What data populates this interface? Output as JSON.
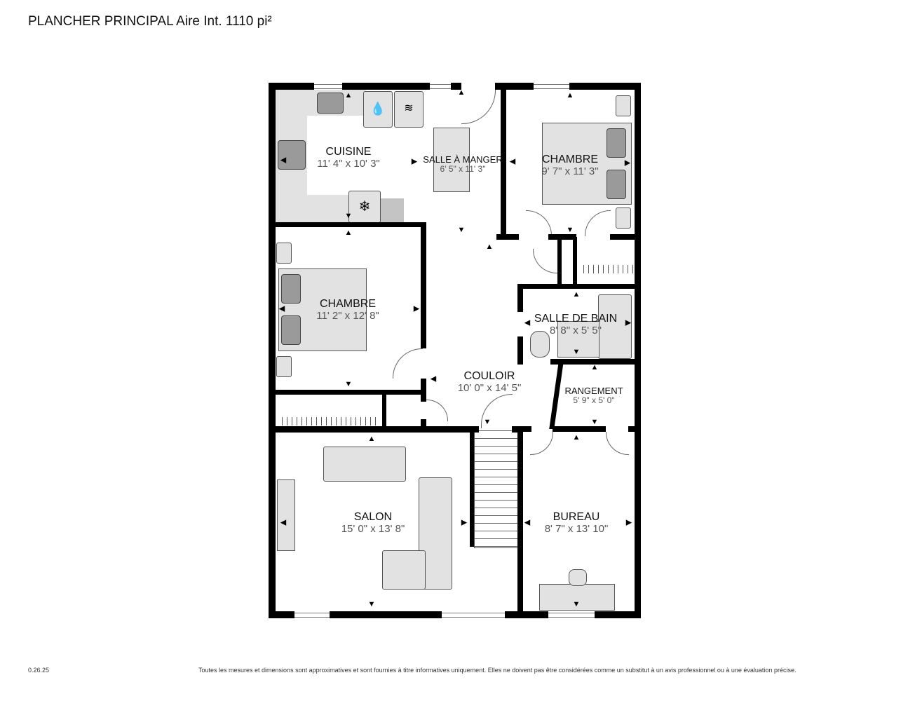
{
  "header": {
    "title": "PLANCHER PRINCIPAL Aire Int. 1110 pi²"
  },
  "rooms": [
    {
      "name": "CUISINE",
      "dims": "11' 4\" x 10' 3\""
    },
    {
      "name": "SALLE À MANGER",
      "dims": "6' 5\" x 11' 3\""
    },
    {
      "name": "CHAMBRE",
      "dims": "9' 7\" x 11' 3\""
    },
    {
      "name": "CHAMBRE",
      "dims": "11' 2\" x 12' 8\""
    },
    {
      "name": "SALLE DE BAIN",
      "dims": "8' 8\" x 5' 5\""
    },
    {
      "name": "COULOIR",
      "dims": "10' 0\" x 14' 5\""
    },
    {
      "name": "RANGEMENT",
      "dims": "5' 9\" x 5' 0\""
    },
    {
      "name": "SALON",
      "dims": "15' 0\" x 13' 8\""
    },
    {
      "name": "BUREAU",
      "dims": "8' 7\" x 13' 10\""
    }
  ],
  "footer": {
    "version": "0.26.25",
    "disclaimer": "Toutes les mesures et dimensions sont approximatives et sont fournies à titre informatives uniquement. Elles ne doivent pas être considérées comme un substitut à un avis professionnel ou à une évaluation précise."
  }
}
